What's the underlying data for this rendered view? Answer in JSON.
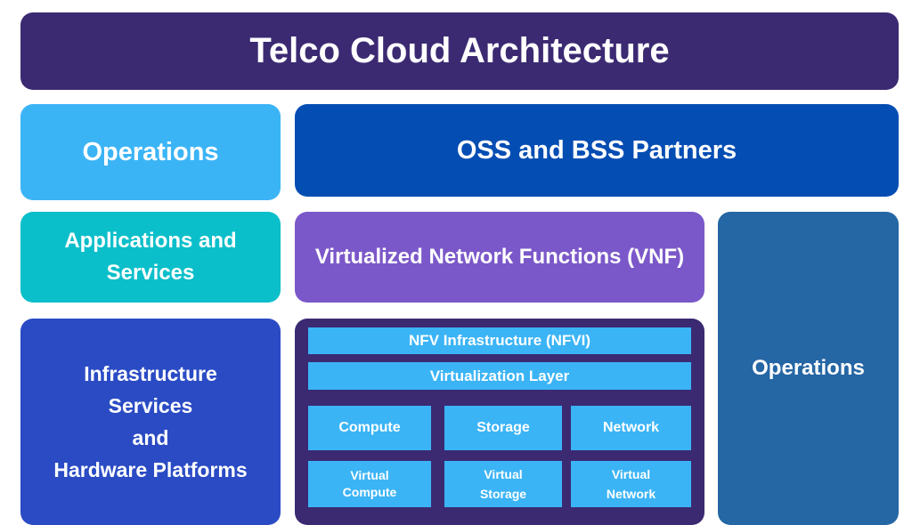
{
  "title": "Telco Cloud Architecture",
  "operations_top": "Operations",
  "oss_bss": "OSS and BSS Partners",
  "applications": {
    "line1": "Applications and",
    "line2": "Services"
  },
  "vnf": "Virtualized Network Functions (VNF)",
  "operations_right": "Operations",
  "infrastructure": {
    "line1": "Infrastructure",
    "line2": "Services",
    "line3": "and",
    "line4": "Hardware Platforms"
  },
  "nfvi": {
    "header": "NFV Infrastructure (NFVI)",
    "virtualization_layer": "Virtualization Layer",
    "compute": "Compute",
    "storage": "Storage",
    "network": "Network",
    "virtual_compute": {
      "line1": "Virtual",
      "line2": "Compute"
    },
    "virtual_storage": {
      "line1": "Virtual",
      "line2": "Storage"
    },
    "virtual_network": {
      "line1": "Virtual",
      "line2": "Network"
    }
  }
}
